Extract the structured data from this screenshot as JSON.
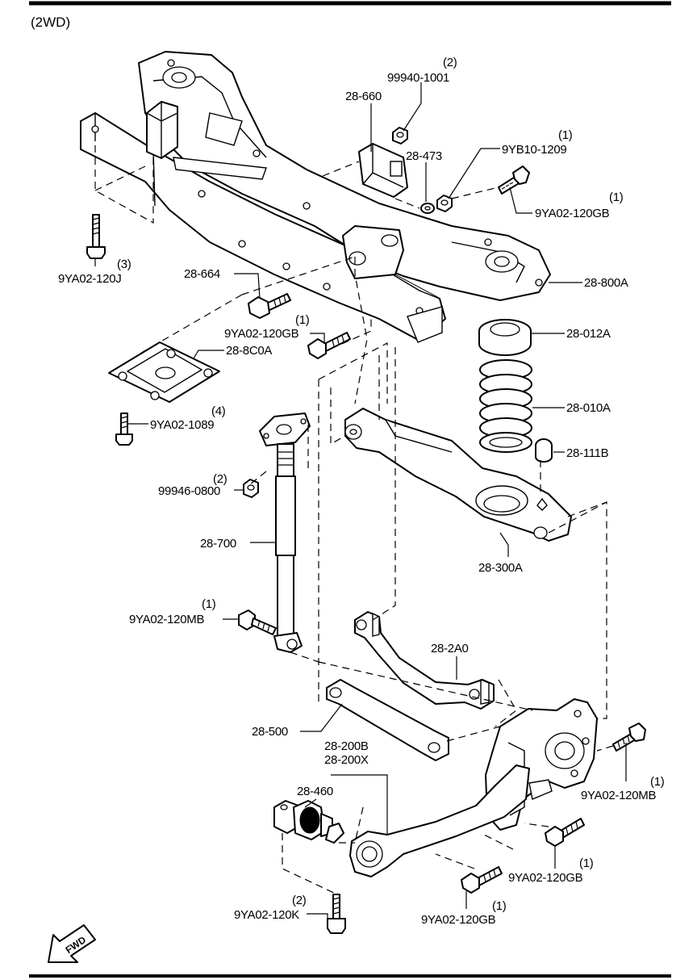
{
  "header": {
    "variant": "(2WD)"
  },
  "fwd_label": "FWD",
  "parts": {
    "p99940": {
      "qty": "(2)",
      "code": "99940-1001"
    },
    "p28_660": {
      "code": "28-660"
    },
    "p28_473": {
      "code": "28-473"
    },
    "p9yb10": {
      "qty": "(1)",
      "code": "9YB10-1209"
    },
    "p9ya02_120gb_top": {
      "qty": "(1)",
      "code": "9YA02-120GB"
    },
    "p9ya02_120j": {
      "qty": "(3)",
      "code": "9YA02-120J"
    },
    "p28_664": {
      "code": "28-664"
    },
    "p28_800a": {
      "code": "28-800A"
    },
    "p9ya02_120gb_mid": {
      "qty": "(1)",
      "code": "9YA02-120GB"
    },
    "p28_012a": {
      "code": "28-012A"
    },
    "p28_8c0a": {
      "code": "28-8C0A"
    },
    "p28_010a": {
      "code": "28-010A"
    },
    "p9ya02_1089": {
      "qty": "(4)",
      "code": "9YA02-1089"
    },
    "p28_111b": {
      "code": "28-111B"
    },
    "p99946": {
      "qty": "(2)",
      "code": "99946-0800"
    },
    "p28_700": {
      "code": "28-700"
    },
    "p28_300a": {
      "code": "28-300A"
    },
    "p9ya02_120mb_left": {
      "qty": "(1)",
      "code": "9YA02-120MB"
    },
    "p28_2a0": {
      "code": "28-2A0"
    },
    "p28_500": {
      "code": "28-500"
    },
    "p28_200b": {
      "code": "28-200B"
    },
    "p28_200x": {
      "code": "28-200X"
    },
    "p28_460": {
      "code": "28-460"
    },
    "p9ya02_120mb_right": {
      "qty": "(1)",
      "code": "9YA02-120MB"
    },
    "p9ya02_120gb_low1": {
      "qty": "(1)",
      "code": "9YA02-120GB"
    },
    "p9ya02_120k": {
      "qty": "(2)",
      "code": "9YA02-120K"
    },
    "p9ya02_120gb_low2": {
      "qty": "(1)",
      "code": "9YA02-120GB"
    }
  }
}
